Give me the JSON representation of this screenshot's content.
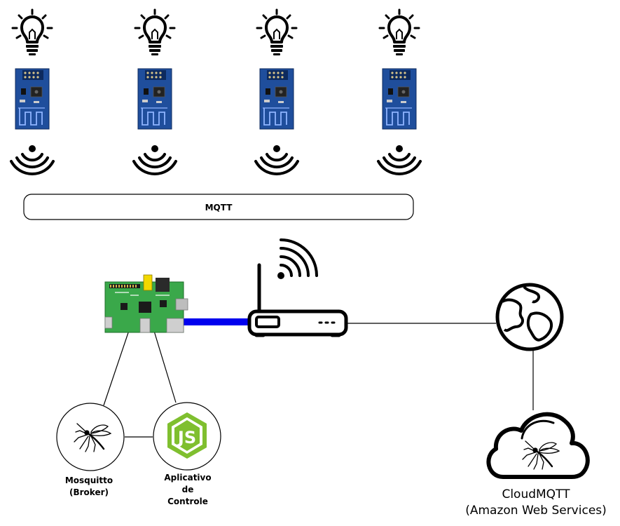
{
  "bus": {
    "label": "MQTT"
  },
  "broker": {
    "line1": "Mosquitto",
    "line2": "(Broker)"
  },
  "app": {
    "line1": "Aplicativo",
    "line2": "de",
    "line3": "Controle"
  },
  "cloud": {
    "line1": "CloudMQTT",
    "line2": "(Amazon Web Services)"
  },
  "icons": {
    "bulb": "lightbulb-icon",
    "module": "esp8266-module-icon",
    "signal": "wireless-signal-icon",
    "raspberry": "raspberry-pi-board-icon",
    "router": "wifi-router-icon",
    "globe": "globe-icon",
    "cloud": "cloud-icon",
    "mosquitto": "mosquito-icon",
    "nodejs": "nodejs-icon"
  },
  "colors": {
    "module_blue": "#1f4e9c",
    "ethernet_cable": "#0000ee",
    "board_green": "#3aa84a",
    "nodejs_green": "#7fbf2f"
  },
  "devices": [
    {
      "id": "node-1"
    },
    {
      "id": "node-2"
    },
    {
      "id": "node-3"
    },
    {
      "id": "node-4"
    }
  ]
}
